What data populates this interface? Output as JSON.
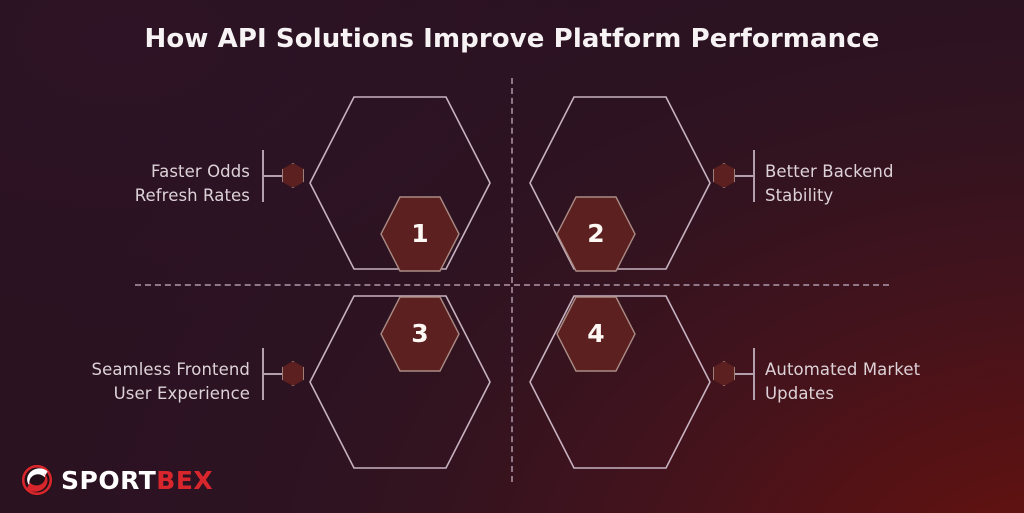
{
  "page": {
    "title": "How API Solutions Improve Platform Performance"
  },
  "colors": {
    "background_top_left": "#2e1526",
    "background_bottom_right": "#5e1212",
    "hexagon_fill": "#5c2020",
    "hexagon_stroke": "#a98b84",
    "outline_hexagon_stroke": "#c7b2c0",
    "divider": "#a1899b",
    "title_text": "#f7f3f4",
    "label_text": "#ddd2d8",
    "logo_accent": "#d8262c"
  },
  "quadrants": [
    {
      "number": "1",
      "label": "Faster Odds\nRefresh Rates",
      "label_side": "left",
      "badge_position": "bottom-right"
    },
    {
      "number": "2",
      "label": "Better Backend\nStability",
      "label_side": "right",
      "badge_position": "bottom-left"
    },
    {
      "number": "3",
      "label": "Seamless Frontend\nUser Experience",
      "label_side": "left",
      "badge_position": "top-right"
    },
    {
      "number": "4",
      "label": "Automated Market\nUpdates",
      "label_side": "right",
      "badge_position": "top-left"
    }
  ],
  "logo": {
    "name_part1": "SPORT",
    "name_part2": "BEX"
  }
}
